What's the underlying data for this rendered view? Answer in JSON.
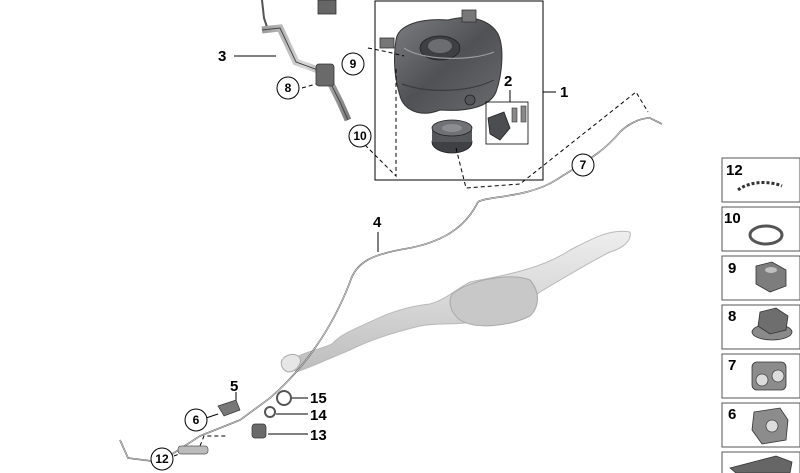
{
  "callouts": {
    "part_1": "1",
    "part_2": "2",
    "part_3": "3",
    "part_4": "4",
    "part_5": "5",
    "part_6": "6",
    "part_7": "7",
    "part_8": "8",
    "part_9": "9",
    "part_10": "10",
    "part_12": "12",
    "part_13": "13",
    "part_14": "14",
    "part_15": "15"
  },
  "sidebar": {
    "items": [
      {
        "label": "12"
      },
      {
        "label": "10"
      },
      {
        "label": "9"
      },
      {
        "label": "8"
      },
      {
        "label": "7"
      },
      {
        "label": "6"
      }
    ]
  },
  "colors": {
    "tank": "#5d5f63",
    "exhaust": "#dcdcdc",
    "lines": "#000000",
    "pipe": "#555555"
  }
}
